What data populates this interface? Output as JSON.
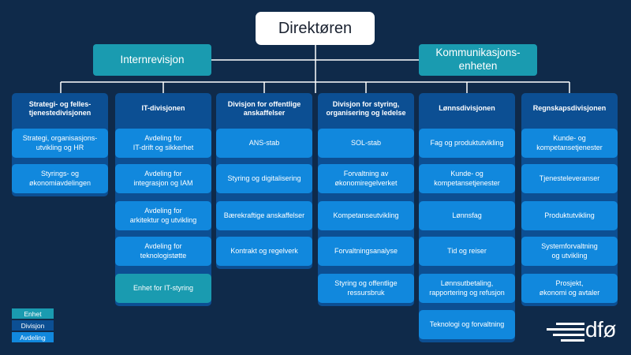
{
  "director": "Direktøren",
  "units": {
    "internal_audit": "Internrevisjon",
    "communications": "Kommunikasjons-\nenheten"
  },
  "divisions": [
    {
      "name": "Strategi- og felles-\ntjenestedivisjonen",
      "departments": [
        "Strategi, organisasjons-\nutvikling og HR",
        "Styrings- og\nøkonomiavdelingen"
      ]
    },
    {
      "name": "IT-divisjonen",
      "departments": [
        "Avdeling for\nIT-drift og sikkerhet",
        "Avdeling for\nintegrasjon og IAM",
        "Avdeling for\narkitektur og utvikling",
        "Avdeling for\nteknologistøtte",
        "Enhet for IT-styring"
      ]
    },
    {
      "name": "Divisjon for offentlige\nanskaffelser",
      "departments": [
        "ANS-stab",
        "Styring og digitalisering",
        "Bærekraftige anskaffelser",
        "Kontrakt og regelverk"
      ]
    },
    {
      "name": "Divisjon for styring,\norganisering og ledelse",
      "departments": [
        "SOL-stab",
        "Forvaltning av\nøkonomiregelverket",
        "Kompetanseutvikling",
        "Forvaltningsanalyse",
        "Styring og offentlige\nressursbruk"
      ]
    },
    {
      "name": "Lønnsdivisjonen",
      "departments": [
        "Fag og produktutvikling",
        "Kunde- og\nkompetansetjenester",
        "Lønnsfag",
        "Tid og reiser",
        "Lønnsutbetaling,\nrapportering og refusjon",
        "Teknologi og forvaltning"
      ]
    },
    {
      "name": "Regnskapsdivisjonen",
      "departments": [
        "Kunde- og\nkompetansetjenester",
        "Tjenesteleveranser",
        "Produktutvikling",
        "Systemforvaltning\nog utvikling",
        "Prosjekt,\nøkonomi og avtaler"
      ]
    }
  ],
  "legend": [
    "Enhet",
    "Divisjon",
    "Avdeling"
  ],
  "logo": {
    "text": "dfø"
  },
  "colors": {
    "background": "#0f2a4a",
    "division": "#0c4f93",
    "department": "#1188dd",
    "unit": "#1a9bb0"
  }
}
